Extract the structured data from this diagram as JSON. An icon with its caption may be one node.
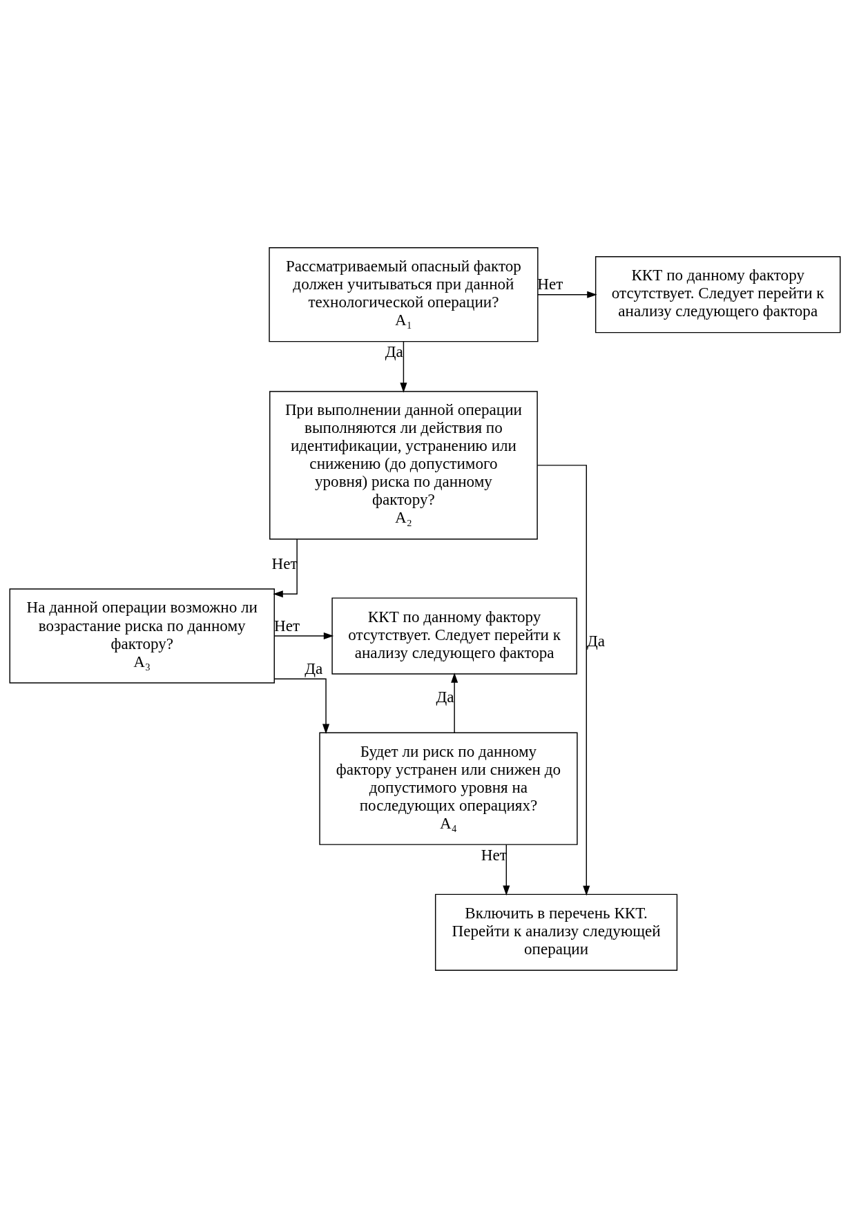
{
  "diagram": {
    "nodes": [
      {
        "text": [
          "Рассматриваемый опасный фактор должен учитываться при данной технологической операции?",
          "A₁"
        ]
      },
      {
        "text": [
          "ККТ по данному фактору отсутствует. Следует перейти к анализу следующего фактора"
        ]
      },
      {
        "text": [
          "При выполнении данной операции выполняются ли действия по идентификации, устранению или снижению (до допустимого уровня) риска по данному фактору?",
          "A₂"
        ]
      },
      {
        "text": [
          "На данной операции возможно ли возрастание риска по данному фактору?",
          "A₃"
        ]
      },
      {
        "text": [
          "ККТ по данному фактору отсутствует. Следует перейти к анализу следующего фактора"
        ]
      },
      {
        "text": [
          "Будет ли риск по данному фактору устранен или снижен до допустимого уровня на последующих операциях?",
          "A₄"
        ]
      },
      {
        "text": [
          "Включить в перечень ККТ. Перейти к анализу следующей операции"
        ]
      }
    ],
    "edges": [
      {
        "from": 0,
        "to": 1,
        "arrow": "to",
        "label": "Нет"
      },
      {
        "from": 0,
        "to": 2,
        "arrow": "to",
        "label": "Да"
      },
      {
        "from": 2,
        "to": 3,
        "arrow": "to",
        "label": "Нет"
      },
      {
        "from": 2,
        "to": 6,
        "arrow": "to",
        "label": "Да"
      },
      {
        "from": 3,
        "to": 4,
        "arrow": "to",
        "label": "Нет"
      },
      {
        "from": 3,
        "to": 5,
        "arrow": "to",
        "label": "Да"
      },
      {
        "from": 5,
        "to": 4,
        "arrow": "to",
        "label": "Да"
      },
      {
        "from": 5,
        "to": 6,
        "arrow": "to",
        "label": "Нет"
      }
    ]
  }
}
